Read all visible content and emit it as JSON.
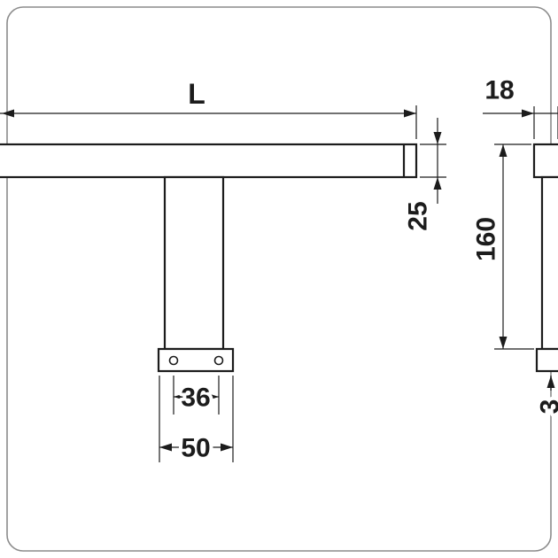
{
  "meta": {
    "type": "technical-dimension-drawing",
    "subject": "mirror-lamp-two-views",
    "background_color": "#ffffff",
    "line_color": "#1c1c1c",
    "frame_color": "#8c8c8c"
  },
  "front_view": {
    "dim_length": "L",
    "dim_head_height": "25",
    "dim_hole_spacing": "36",
    "dim_base_width": "50"
  },
  "side_view": {
    "dim_head_depth": "18",
    "dim_body_height": "160",
    "dim_partial": "3"
  }
}
